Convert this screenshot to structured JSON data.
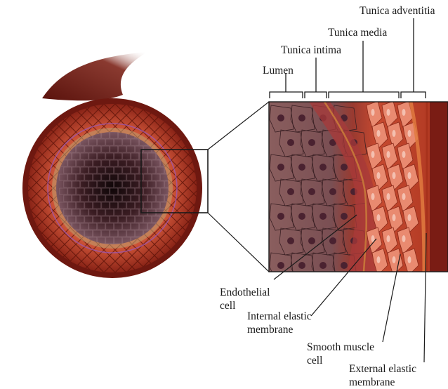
{
  "colors": {
    "vessel_outer": "#7a1c14",
    "vessel_mid": "#c2452c",
    "lumen_dark": "#1e0e12",
    "lumen_cell": "#6e4a52",
    "media_cell": "#e7826b",
    "line": "#1a1a1a"
  },
  "labels": {
    "tunica_adventitia": "Tunica adventitia",
    "tunica_media": "Tunica media",
    "tunica_intima": "Tunica intima",
    "lumen": "Lumen",
    "endothelial_cell": [
      "Endothelial",
      "cell"
    ],
    "internal_elastic_membrane": [
      "Internal elastic",
      "membrane"
    ],
    "smooth_muscle_cell": [
      "Smooth muscle",
      "cell"
    ],
    "external_elastic_membrane": [
      "External elastic",
      "membrane"
    ]
  }
}
